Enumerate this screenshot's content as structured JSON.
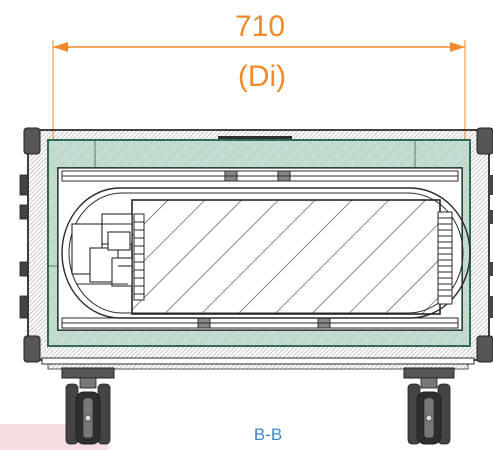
{
  "dimension": {
    "value": "710",
    "sublabel": "(Di)"
  },
  "section_label": "B-B",
  "colors": {
    "dimension": "#f08a2a",
    "section_label": "#3f86c8",
    "insulation": "#c3dccf",
    "insulation_border": "#2f6a50",
    "outline": "#3a3a3a",
    "hatch": "#4a4a4a",
    "wheel": "#333333",
    "pink_strip": "#f6dde0"
  },
  "icons": [
    "caster-wheel-icon"
  ]
}
